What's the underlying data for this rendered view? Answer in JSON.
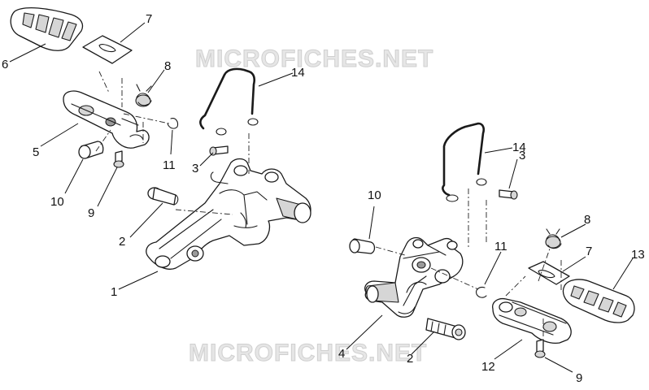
{
  "watermarks": [
    "MICROFICHES.NET",
    "MICROFICHES.NET"
  ],
  "callouts": {
    "left": {
      "c6": "6",
      "c7": "7",
      "c8": "8",
      "c5": "5",
      "c11": "11",
      "c10": "10",
      "c9": "9",
      "c14": "14",
      "c3": "3",
      "c2": "2",
      "c1": "1"
    },
    "right": {
      "c14": "14",
      "c3": "3",
      "c10": "10",
      "c8": "8",
      "c11": "11",
      "c7": "7",
      "c13": "13",
      "c4": "4",
      "c2": "2",
      "c12": "12",
      "c9": "9"
    }
  }
}
